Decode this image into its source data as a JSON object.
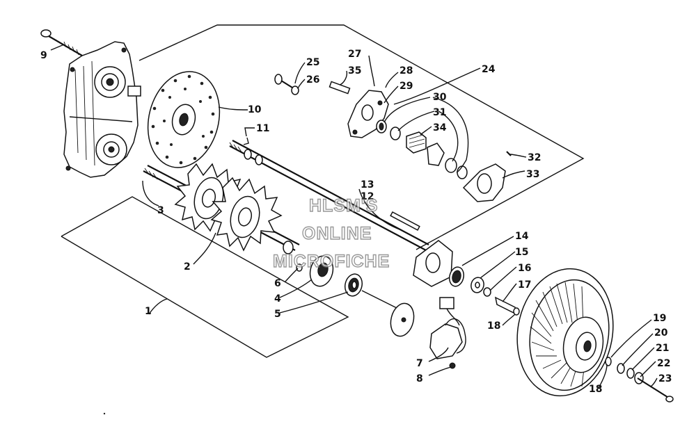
{
  "watermark": [
    "HLSM'S",
    "ONLINE",
    "MICROFICHE"
  ],
  "callouts": [
    "1",
    "2",
    "3",
    "4",
    "5",
    "6",
    "7",
    "8",
    "9",
    "10",
    "11",
    "12",
    "13",
    "14",
    "15",
    "16",
    "17",
    "18",
    "18",
    "19",
    "20",
    "21",
    "22",
    "23",
    "24",
    "25",
    "26",
    "27",
    "28",
    "29",
    "30",
    "31",
    "32",
    "33",
    "34",
    "35"
  ]
}
